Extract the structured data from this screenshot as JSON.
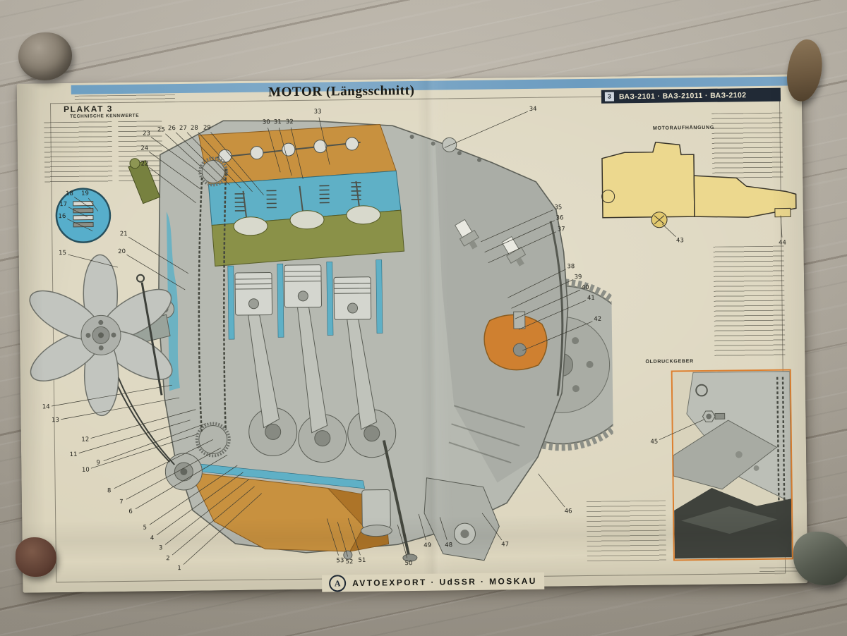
{
  "poster": {
    "plakat_label": "PLAKAT 3",
    "title": "MOTOR (Längsschnitt)",
    "badge": {
      "index": "3",
      "models": "ВАЗ-2101 · ВАЗ-21011 · ВАЗ-2102"
    },
    "tech_heading": "TECHNISCHE KENNWERTE",
    "mount_heading": "MOTORAUFHÄNGUNG",
    "oil_heading": "ÖLDRUCKGEBER",
    "footer_text": "AVTOEXPORT · UdSSR · MOSKAU",
    "logo_letter": "A",
    "callouts": [
      [
        1,
        222,
        690,
        340,
        585
      ],
      [
        2,
        206,
        676,
        330,
        575
      ],
      [
        3,
        196,
        661,
        322,
        565
      ],
      [
        4,
        184,
        647,
        314,
        555
      ],
      [
        5,
        174,
        632,
        306,
        545
      ],
      [
        6,
        154,
        609,
        292,
        530
      ],
      [
        7,
        141,
        595,
        283,
        520
      ],
      [
        8,
        124,
        579,
        272,
        508
      ],
      [
        9,
        109,
        539,
        262,
        485
      ],
      [
        10,
        91,
        549,
        250,
        500
      ],
      [
        11,
        74,
        527,
        240,
        480
      ],
      [
        12,
        91,
        506,
        248,
        465
      ],
      [
        13,
        49,
        478,
        225,
        448
      ],
      [
        14,
        36,
        459,
        215,
        430
      ],
      [
        15,
        62,
        241,
        140,
        262
      ],
      [
        16,
        62,
        189,
        105,
        210
      ],
      [
        17,
        64,
        172,
        98,
        190
      ],
      [
        18,
        73,
        157,
        103,
        178
      ],
      [
        19,
        95,
        157,
        113,
        182
      ],
      [
        20,
        146,
        240,
        235,
        295
      ],
      [
        21,
        149,
        215,
        240,
        272
      ],
      [
        22,
        180,
        116,
        252,
        172
      ],
      [
        23,
        183,
        73,
        262,
        132
      ],
      [
        24,
        180,
        94,
        258,
        152
      ],
      [
        25,
        204,
        68,
        282,
        142
      ],
      [
        26,
        219,
        66,
        300,
        147
      ],
      [
        27,
        235,
        66,
        316,
        152
      ],
      [
        28,
        251,
        66,
        332,
        157
      ],
      [
        29,
        269,
        66,
        348,
        162
      ],
      [
        30,
        353,
        59,
        372,
        130
      ],
      [
        31,
        369,
        59,
        388,
        135
      ],
      [
        32,
        386,
        59,
        404,
        140
      ],
      [
        33,
        426,
        45,
        442,
        120
      ],
      [
        34,
        731,
        45,
        605,
        98
      ],
      [
        35,
        765,
        185,
        655,
        232
      ],
      [
        36,
        767,
        200,
        660,
        247
      ],
      [
        37,
        769,
        216,
        665,
        262
      ],
      [
        38,
        782,
        269,
        692,
        312
      ],
      [
        39,
        792,
        284,
        697,
        327
      ],
      [
        40,
        802,
        299,
        702,
        342
      ],
      [
        41,
        810,
        314,
        707,
        357
      ],
      [
        42,
        819,
        344,
        712,
        387
      ],
      [
        43,
        937,
        234,
        912,
        210
      ],
      [
        44,
        1082,
        239,
        1080,
        200
      ],
      [
        45,
        897,
        519,
        968,
        488
      ],
      [
        46,
        774,
        616,
        732,
        562
      ],
      [
        47,
        684,
        662,
        652,
        617
      ],
      [
        48,
        604,
        662,
        592,
        622
      ],
      [
        49,
        574,
        662,
        562,
        617
      ],
      [
        50,
        547,
        687,
        532,
        632
      ],
      [
        51,
        481,
        682,
        462,
        622
      ],
      [
        52,
        463,
        684,
        447,
        627
      ],
      [
        53,
        450,
        682,
        432,
        622
      ]
    ]
  },
  "colors": {
    "poster_bg": "#dcd5bd",
    "band_blue": "#6d9fc2",
    "engine_gray": "#b6b9b1",
    "cut_cyan": "#5fb0c6",
    "head_olive": "#8a9148",
    "pan_orange": "#c8913f",
    "badge_navy": "#212a36",
    "diagram_yellow": "#ecd88e",
    "oilbox_orange": "#dd7f2e"
  }
}
